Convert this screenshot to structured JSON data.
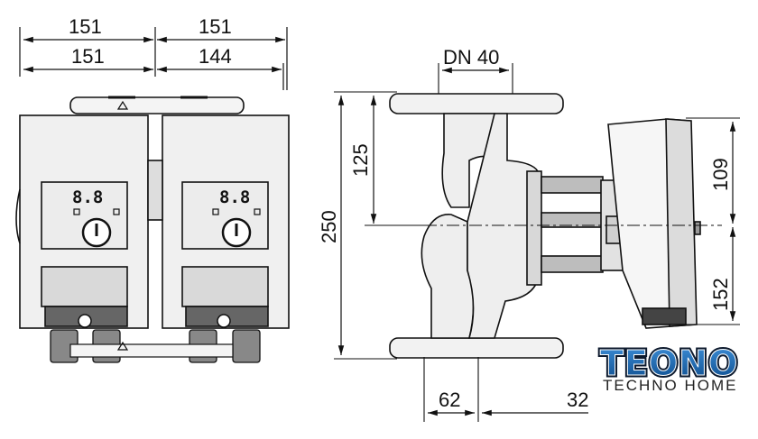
{
  "dimensions": {
    "top_left_upper": "151",
    "top_right_upper": "151",
    "top_left_lower": "151",
    "top_right_lower": "144",
    "flange": "DN 40",
    "height_upper": "125",
    "height_total": "250",
    "motor_upper": "109",
    "motor_lower": "152",
    "bottom_left": "62",
    "bottom_right": "32"
  },
  "display": {
    "left": "8.8",
    "right": "8.8"
  },
  "logo": {
    "name": "TEONO",
    "tagline": "TECHNO HOME",
    "colors": {
      "primary": "#1f6fb7",
      "dark": "#0d1a2e",
      "text": "#222222"
    }
  },
  "line_color": "#111111",
  "fill_light": "#e8e8e8",
  "fill_dark": "#555555"
}
